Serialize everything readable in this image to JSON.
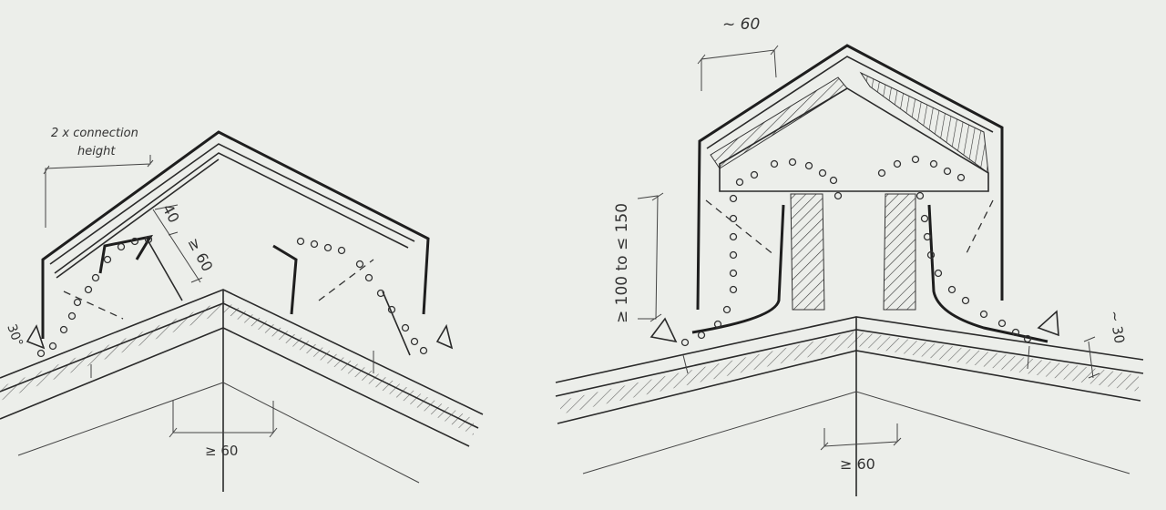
{
  "left_detail": {
    "connection_label_line1": "2 x connection",
    "connection_label_line2": "height",
    "dim_40": "40",
    "dim_ge60_upper": "≥ 60",
    "dim_30": "30°",
    "dim_ge60_lower": "≥ 60"
  },
  "right_detail": {
    "dim_approx60": "~ 60",
    "dim_range": "≥ 100 to ≤ 150",
    "dim_approx30": "~ 30",
    "dim_ge60": "≥ 60"
  }
}
